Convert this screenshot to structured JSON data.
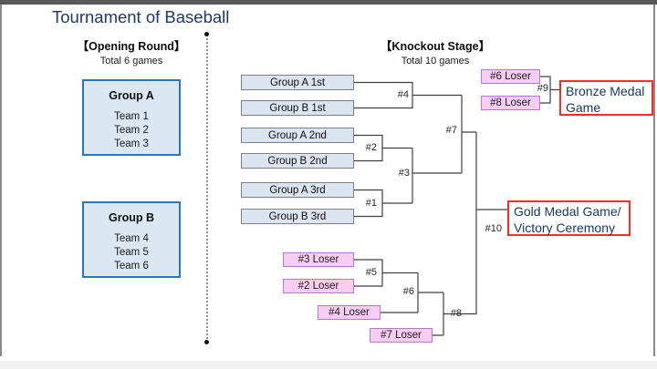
{
  "title": "Tournament of Baseball",
  "opening_round": {
    "heading": "【Opening Round】",
    "subheading": "Total 6 games",
    "groups": [
      {
        "name": "Group A",
        "teams": [
          "Team 1",
          "Team 2",
          "Team 3"
        ]
      },
      {
        "name": "Group B",
        "teams": [
          "Team 4",
          "Team 5",
          "Team 6"
        ]
      }
    ]
  },
  "knockout_stage": {
    "heading": "【Knockout Stage】",
    "subheading": "Total 10 games",
    "seed_slots": [
      "Group A 1st",
      "Group B 1st",
      "Group A 2nd",
      "Group B 2nd",
      "Group A 3rd",
      "Group B 3rd"
    ],
    "loser_slots": [
      "#3 Loser",
      "#2 Loser",
      "#4 Loser",
      "#7 Loser",
      "#6 Loser",
      "#8 Loser"
    ],
    "game_labels": [
      "#1",
      "#2",
      "#3",
      "#4",
      "#5",
      "#6",
      "#7",
      "#8",
      "#9",
      "#10"
    ],
    "bronze_game": {
      "lines": [
        "Bronze Medal",
        "Game"
      ]
    },
    "gold_game": {
      "lines": [
        "Gold Medal Game/",
        "Victory Ceremony"
      ]
    }
  },
  "colors": {
    "title_text": "#1f3864",
    "group_border": "#2e75b6",
    "group_fill": "#dbe8f4",
    "slot_fill": "#dbe5f1",
    "loser_fill": "#f9cdf2",
    "result_border": "#ff2a2a",
    "result_text": "#17375e",
    "bracket_line": "#404040"
  }
}
